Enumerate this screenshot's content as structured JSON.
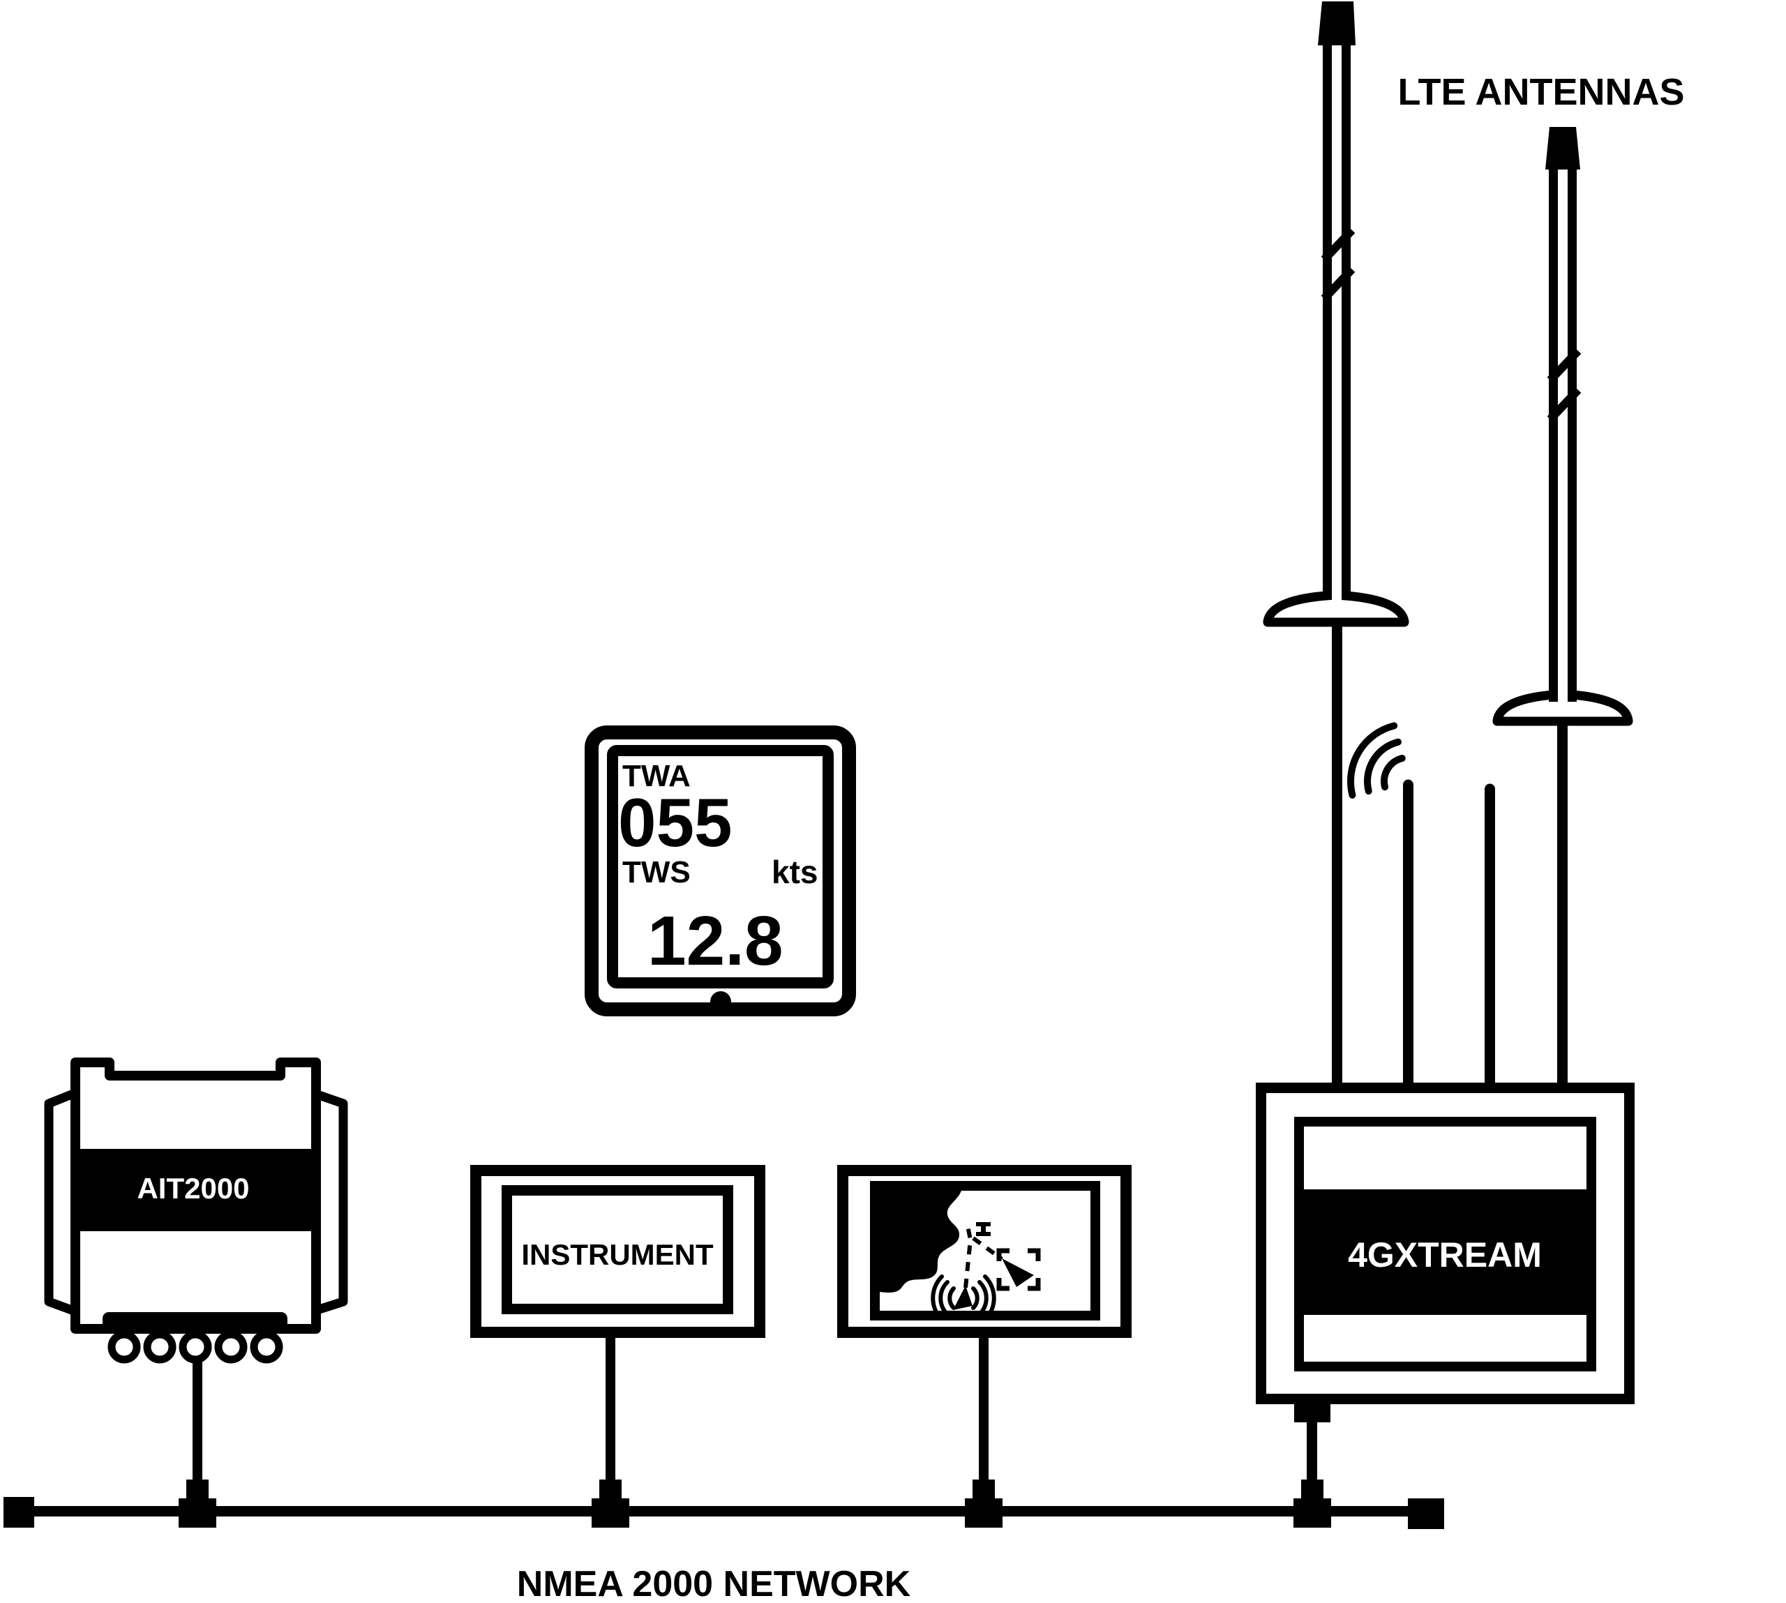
{
  "colors": {
    "ink": "#000000",
    "paper": "#ffffff"
  },
  "header": {
    "antennas_label": "LTE ANTENNAS"
  },
  "network": {
    "bus_label": "NMEA 2000 NETWORK"
  },
  "devices": {
    "ait2000": {
      "name": "AIT2000"
    },
    "instrument": {
      "name": "INSTRUMENT"
    },
    "router": {
      "name": "4GXTREAM"
    },
    "tablet": {
      "twa_label": "TWA",
      "twa_value": "055",
      "tws_label": "TWS",
      "tws_unit": "kts",
      "tws_value": "12.8"
    }
  }
}
